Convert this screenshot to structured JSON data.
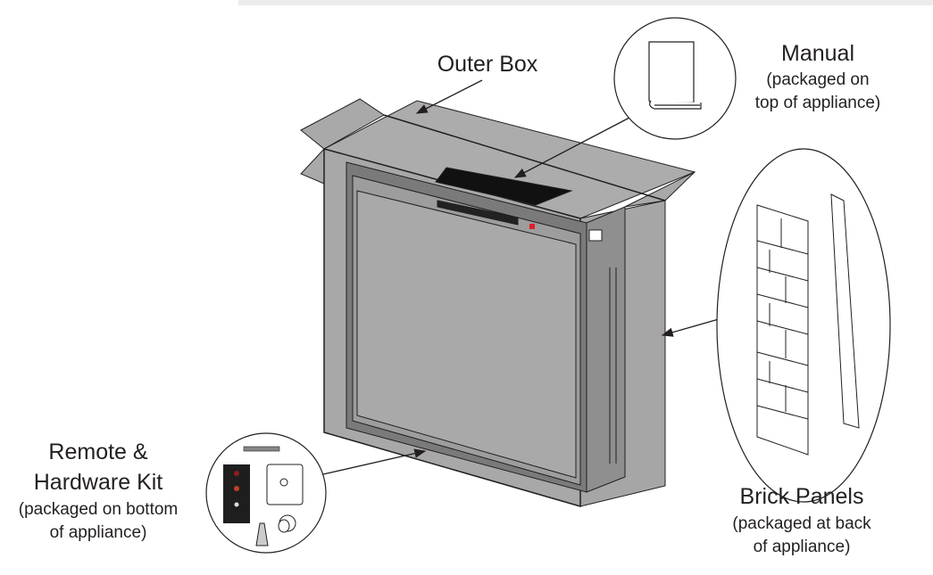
{
  "labels": {
    "outer_box": "Outer Box",
    "manual": {
      "title": "Manual",
      "line1": "(packaged on",
      "line2": "top of appliance)"
    },
    "remote": {
      "title1": "Remote &",
      "title2": "Hardware Kit",
      "line1": "(packaged on bottom",
      "line2": "of appliance)"
    },
    "brick": {
      "title": "Brick Panels",
      "line1": "(packaged at back",
      "line2": "of appliance)"
    }
  },
  "colors": {
    "box": "#a7a7a7",
    "frame": "#6d6d6d",
    "line": "#231f20",
    "indicator": "#e0202a"
  }
}
